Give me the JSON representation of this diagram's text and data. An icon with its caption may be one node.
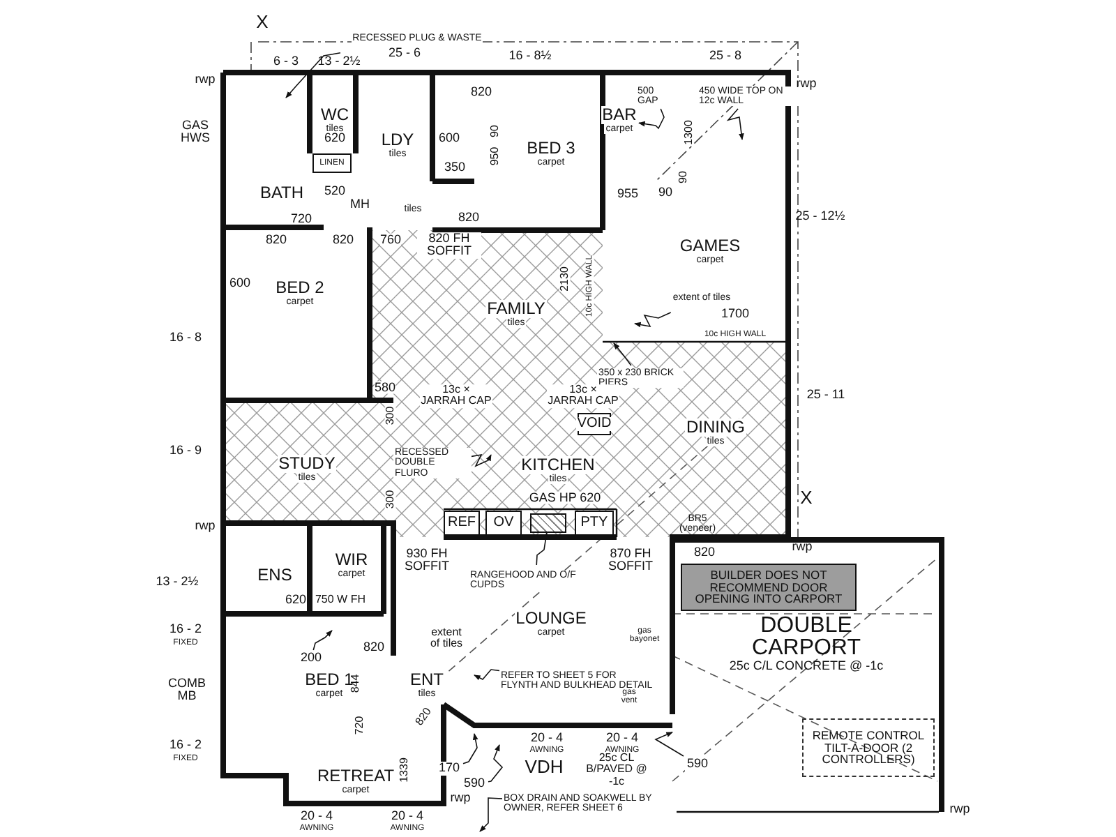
{
  "diagram": {
    "nodes": [
      {
        "text": [
          "WC",
          "tiles"
        ]
      },
      {
        "text": [
          "LDY",
          "tiles"
        ]
      },
      {
        "text": [
          "BED 3",
          "carpet"
        ]
      },
      {
        "text": [
          "BAR",
          "carpet"
        ]
      },
      {
        "text": [
          "LINEN"
        ]
      },
      {
        "text": [
          "BATH"
        ]
      },
      {
        "text": [
          "MH"
        ]
      },
      {
        "text": [
          "GAMES",
          "carpet"
        ]
      },
      {
        "text": [
          "BED 2",
          "carpet"
        ]
      },
      {
        "text": [
          "FAMILY",
          "tiles"
        ]
      },
      {
        "text": [
          "STUDY",
          "tiles"
        ]
      },
      {
        "text": [
          "KITCHEN",
          "tiles"
        ]
      },
      {
        "text": [
          "VOID"
        ]
      },
      {
        "text": [
          "DINING",
          "tiles"
        ]
      },
      {
        "text": [
          "REF"
        ]
      },
      {
        "text": [
          "OV"
        ]
      },
      {
        "text": [
          "PTY"
        ]
      },
      {
        "text": [
          "ENS"
        ]
      },
      {
        "text": [
          "WIR",
          "carpet"
        ]
      },
      {
        "text": [
          "LOUNGE",
          "carpet"
        ]
      },
      {
        "text": [
          "DOUBLE CARPORT",
          "25c C/L CONCRETE @ -1c"
        ]
      },
      {
        "text": [
          "BUILDER DOES NOT RECOMMEND DOOR OPENING INTO CARPORT"
        ],
        "in": 20
      },
      {
        "text": [
          "REMOTE CONTROL TILT-A-DOOR (2 CONTROLLERS)"
        ],
        "in": 20
      },
      {
        "text": [
          "BED 1",
          "carpet"
        ]
      },
      {
        "text": [
          "ENT",
          "tiles"
        ]
      },
      {
        "text": [
          "RETREAT",
          "carpet"
        ]
      },
      {
        "text": [
          "RECESSED PLUG & WASTE"
        ]
      },
      {
        "text": [
          "500 GAP"
        ]
      },
      {
        "text": [
          "450 WIDE TOP ON 12c WALL"
        ]
      },
      {
        "text": [
          "extent of tiles"
        ]
      },
      {
        "text": [
          "350 x 230 BRICK PIERS"
        ]
      },
      {
        "text": [
          "RECESSED DOUBLE FLURO"
        ]
      },
      {
        "text": [
          "RANGEHOOD AND O/F CUPDS"
        ]
      },
      {
        "text": [
          "REFER TO SHEET 5 FOR FLYNTH AND BULKHEAD DETAIL"
        ]
      },
      {
        "text": [
          "BOX DRAIN AND SOAKWELL BY OWNER, REFER SHEET 6"
        ]
      },
      {
        "text": [
          "200"
        ]
      },
      {
        "text": [
          "170"
        ]
      },
      {
        "text": [
          "590"
        ]
      },
      {
        "text": [
          "590"
        ],
        "in": 20
      },
      {
        "text": [],
        "shape": "box"
      }
    ],
    "edges": [
      {
        "from": 26,
        "to": null,
        "arrow": "to"
      },
      {
        "from": 27,
        "to": 3,
        "arrow": "to"
      },
      {
        "from": 28,
        "to": null,
        "arrow": "to"
      },
      {
        "from": 29,
        "to": null,
        "arrow": "to"
      },
      {
        "from": 30,
        "to": null,
        "arrow": "to"
      },
      {
        "from": 31,
        "to": null,
        "arrow": "to"
      },
      {
        "from": 32,
        "to": 39,
        "arrow": "to"
      },
      {
        "from": 33,
        "to": null,
        "arrow": "to"
      },
      {
        "from": 34,
        "to": null,
        "arrow": "to"
      },
      {
        "from": 35,
        "to": null,
        "arrow": "to"
      },
      {
        "from": 36,
        "to": null,
        "arrow": "to"
      },
      {
        "from": 37,
        "to": null,
        "arrow": "to"
      },
      {
        "from": 38,
        "to": 20,
        "arrow": "to"
      }
    ],
    "labels": [
      "X",
      "6 - 3",
      "13 - 2½",
      "25 - 6",
      "16 - 8½",
      "25 - 8",
      "rwp",
      "rwp",
      "GAS HWS",
      "820",
      "600",
      "350",
      "620",
      "520",
      "720",
      "820",
      "820",
      "820",
      "tiles",
      "760",
      "820 FH SOFFIT",
      "90",
      "950",
      "1300",
      "955",
      "90",
      "90",
      "25 - 12½",
      "2130",
      "10c HIGH WALL",
      "1700",
      "10c HIGH WALL",
      "600",
      "16 - 8",
      "580",
      "300",
      "13c × JARRAH CAP",
      "13c × JARRAH CAP",
      "25 - 11",
      "16 - 9",
      "300",
      "GAS HP 620",
      "X",
      "BR5 (veneer)",
      "rwp",
      "rwp",
      "930 FH SOFFIT",
      "870 FH SOFFIT",
      "820",
      "13 - 2½",
      "620",
      "750 W FH",
      "16 - 2",
      "FIXED",
      "820",
      "extent of tiles",
      "gas bayonet",
      "COMB MB",
      "844",
      "720",
      "gas vent",
      "16 - 2",
      "FIXED",
      "820",
      "20 - 4",
      "AWNING",
      "20 - 4",
      "AWNING",
      "1339",
      "VDH",
      "25c CL B/PAVED @ -1c",
      "rwp",
      "rwp",
      "20 - 4",
      "AWNING",
      "20 - 4",
      "AWNING"
    ]
  }
}
